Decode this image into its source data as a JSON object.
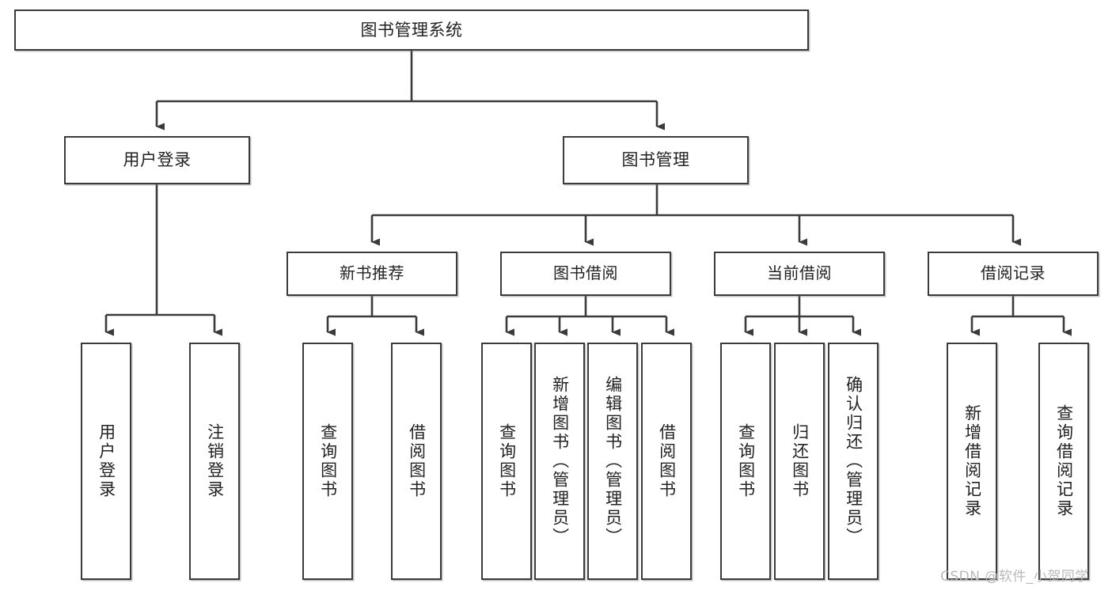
{
  "diagram": {
    "title": "图书管理系统",
    "type": "tree-hierarchy",
    "orientation": "top-down",
    "watermark": "CSDN @软件_小贺同学",
    "style": {
      "box_fill": "#ffffff",
      "box_border": "#3b3b3b",
      "edge_color": "#3b3b3b",
      "text_color": "#222222",
      "background": "#ffffff"
    },
    "nodes": {
      "root": {
        "label": "图书管理系统"
      },
      "level2": [
        {
          "id": "user_login",
          "label": "用户登录"
        },
        {
          "id": "book_mgmt",
          "label": "图书管理"
        }
      ],
      "level3": [
        {
          "id": "new_book_rec",
          "label": "新书推荐",
          "parent": "book_mgmt"
        },
        {
          "id": "book_borrow",
          "label": "图书借阅",
          "parent": "book_mgmt"
        },
        {
          "id": "current_borrow",
          "label": "当前借阅",
          "parent": "book_mgmt"
        },
        {
          "id": "borrow_record",
          "label": "借阅记录",
          "parent": "book_mgmt"
        }
      ],
      "leaves": [
        {
          "id": "leaf_user_login",
          "label": "用户登录",
          "parent": "user_login"
        },
        {
          "id": "leaf_user_logout",
          "label": "注销登录",
          "parent": "user_login"
        },
        {
          "id": "leaf_query_book_1",
          "label": "查询图书",
          "parent": "new_book_rec"
        },
        {
          "id": "leaf_borrow_book_1",
          "label": "借阅图书",
          "parent": "new_book_rec"
        },
        {
          "id": "leaf_query_book_2",
          "label": "查询图书",
          "parent": "book_borrow"
        },
        {
          "id": "leaf_add_book",
          "label": "新增图书（管理员）",
          "parent": "book_borrow"
        },
        {
          "id": "leaf_edit_book",
          "label": "编辑图书（管理员）",
          "parent": "book_borrow"
        },
        {
          "id": "leaf_borrow_book_2",
          "label": "借阅图书",
          "parent": "book_borrow"
        },
        {
          "id": "leaf_query_book_3",
          "label": "查询图书",
          "parent": "current_borrow"
        },
        {
          "id": "leaf_return_book",
          "label": "归还图书",
          "parent": "current_borrow"
        },
        {
          "id": "leaf_confirm_return",
          "label": "确认归还（管理员）",
          "parent": "current_borrow"
        },
        {
          "id": "leaf_add_record",
          "label": "新增借阅记录",
          "parent": "borrow_record"
        },
        {
          "id": "leaf_query_record",
          "label": "查询借阅记录",
          "parent": "borrow_record"
        }
      ]
    }
  }
}
